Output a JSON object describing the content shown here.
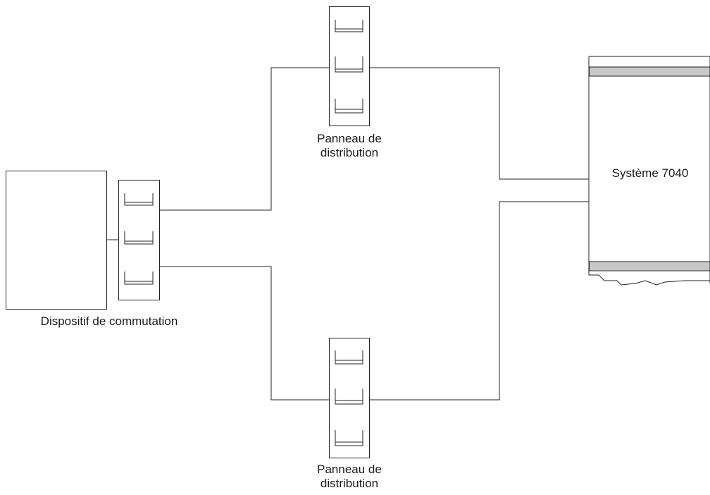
{
  "labels": {
    "panel_top_line1": "Panneau de",
    "panel_top_line2": "distribution",
    "panel_bottom_line1": "Panneau de",
    "panel_bottom_line2": "distribution",
    "switch_device": "Dispositif de commutation",
    "system": "Système 7040"
  },
  "colors": {
    "line": "#222222",
    "system_band": "#c8c8c8",
    "background": "#ffffff"
  }
}
